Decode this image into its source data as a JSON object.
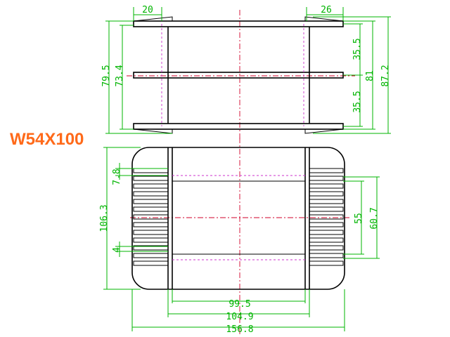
{
  "title": "W54X100",
  "colors": {
    "dimension": "#00b400",
    "title": "#ff6a1a",
    "center_line": "#d0002a",
    "hidden_line": "#cc33cc",
    "outline": "#000000"
  },
  "top_view": {
    "flange_left": "20",
    "flange_right": "26",
    "height_outer": "79.5",
    "height_inner": "73.4",
    "gap_upper": "35.5",
    "gap_lower": "35.5",
    "total_81": "81",
    "total_87": "87.2"
  },
  "bottom_view": {
    "fin_top": "7.8",
    "height": "106.3",
    "fin_pitch": "4",
    "inner_55": "55",
    "inner_60": "60.7",
    "width_99": "99.5",
    "width_104": "104.9",
    "width_156": "156.8"
  }
}
